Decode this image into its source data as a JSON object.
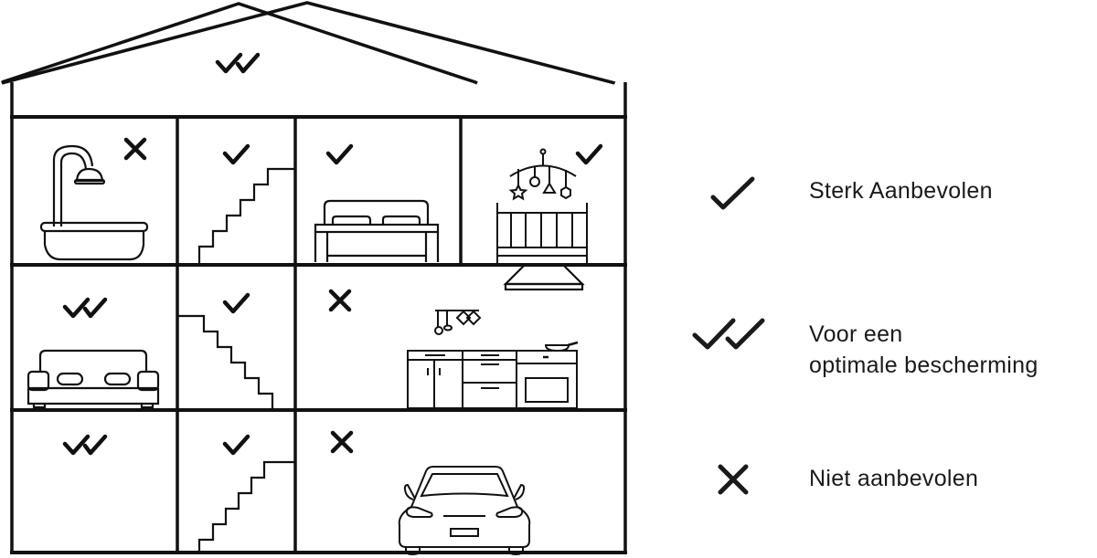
{
  "diagram": {
    "type": "house-cross-section",
    "stroke_color": "#111111",
    "background": "#ffffff",
    "attic": {
      "name": "attic",
      "status": "optimal"
    },
    "rooms": [
      {
        "row": 1,
        "col": 1,
        "name": "bathroom",
        "icon": "shower-bathtub-icon",
        "status": "not-recommended"
      },
      {
        "row": 1,
        "col": 2,
        "name": "staircase",
        "icon": "stairs-icon",
        "status": "recommended"
      },
      {
        "row": 1,
        "col": 3,
        "name": "bedroom",
        "icon": "bed-icon",
        "status": "recommended"
      },
      {
        "row": 1,
        "col": 4,
        "name": "nursery",
        "icon": "crib-mobile-icon",
        "status": "recommended"
      },
      {
        "row": 2,
        "col": 1,
        "name": "living-room",
        "icon": "sofa-icon",
        "status": "optimal"
      },
      {
        "row": 2,
        "col": 2,
        "name": "staircase",
        "icon": "stairs-icon",
        "status": "recommended"
      },
      {
        "row": 2,
        "col": 3,
        "name": "kitchen",
        "icon": "kitchen-icon",
        "status": "not-recommended"
      },
      {
        "row": 3,
        "col": 1,
        "name": "basement-room",
        "icon": "",
        "status": "optimal"
      },
      {
        "row": 3,
        "col": 2,
        "name": "staircase",
        "icon": "stairs-icon",
        "status": "recommended"
      },
      {
        "row": 3,
        "col": 3,
        "name": "garage",
        "icon": "car-icon",
        "status": "not-recommended"
      }
    ]
  },
  "legend": {
    "items": [
      {
        "status": "recommended",
        "icon": "check-icon",
        "label": "Sterk Aanbevolen"
      },
      {
        "status": "optimal",
        "icon": "double-check-icon",
        "label_line1": "Voor een",
        "label_line2": "optimale bescherming"
      },
      {
        "status": "not-recommended",
        "icon": "cross-icon",
        "label": "Niet aanbevolen"
      }
    ]
  }
}
